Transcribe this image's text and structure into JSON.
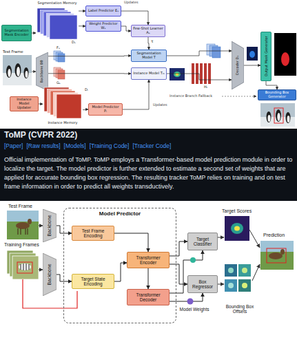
{
  "diagram": {
    "title": "ToMP (CVPR 2022)",
    "nodes": [
      {
        "text": [
          "Segmentation Mask Encoder"
        ]
      },
      {
        "text": [
          "Segmentation Memory"
        ]
      },
      {
        "text": [
          "Label Predictor Eₛ"
        ]
      },
      {
        "text": [
          "Weight Predictor Wₛ"
        ]
      },
      {
        "text": [
          "Few-Shot Learner Aₛ"
        ]
      },
      {
        "text": [
          "Backbone Bθ"
        ]
      },
      {
        "text": [
          "Segmentation Model T"
        ]
      },
      {
        "text": [
          "Instance Model Tₘ"
        ]
      },
      {
        "text": [
          "Decoder Dₛ"
        ]
      },
      {
        "text": [
          "Output Mask Generator"
        ]
      },
      {
        "text": [
          "Bounding Box Generator"
        ]
      },
      {
        "text": [
          "Instance Model Updater"
        ]
      },
      {
        "text": [
          "Instance Memory"
        ]
      },
      {
        "text": [
          "Model Predictor Pᵢ"
        ]
      },
      {
        "text": [
          "Backbone"
        ]
      },
      {
        "text": [
          "Backbone"
        ]
      },
      {
        "text": [
          "Model Predictor"
        ]
      },
      {
        "text": [
          "Test Frame Encoding"
        ],
        "in": 16
      },
      {
        "text": [
          "Target State Encoding"
        ],
        "in": 16
      },
      {
        "text": [
          "Transformer Encoder"
        ],
        "in": 16
      },
      {
        "text": [
          "Transformer Decoder"
        ],
        "in": 16
      },
      {
        "text": [
          "Target Classifier"
        ]
      },
      {
        "text": [
          "Box Regressor"
        ]
      }
    ],
    "edges": [
      {
        "from": 0,
        "to": 1,
        "arrow": "to"
      },
      {
        "from": 1,
        "to": 2,
        "arrow": "to"
      },
      {
        "from": 1,
        "to": 3,
        "arrow": "to"
      },
      {
        "from": 2,
        "to": 4,
        "arrow": "to"
      },
      {
        "from": 3,
        "to": 4,
        "arrow": "to"
      },
      {
        "from": 4,
        "to": 6,
        "arrow": "to"
      },
      {
        "from": 5,
        "to": 6,
        "arrow": "to"
      },
      {
        "from": 5,
        "to": 7,
        "arrow": "to"
      },
      {
        "from": 6,
        "to": 8,
        "arrow": "to"
      },
      {
        "from": 7,
        "to": 8,
        "arrow": "to"
      },
      {
        "from": 8,
        "to": 9,
        "arrow": "to"
      },
      {
        "from": 9,
        "to": 10,
        "arrow": "to"
      },
      {
        "from": 11,
        "to": 12,
        "arrow": "to"
      },
      {
        "from": 12,
        "to": 13,
        "arrow": "to"
      },
      {
        "from": 13,
        "to": 7,
        "arrow": "to"
      },
      {
        "from": 14,
        "to": 17,
        "arrow": "to"
      },
      {
        "from": 15,
        "to": 18,
        "arrow": "to"
      },
      {
        "from": 17,
        "to": 19,
        "arrow": "to"
      },
      {
        "from": 18,
        "to": 19,
        "arrow": "to"
      },
      {
        "from": 19,
        "to": 20,
        "arrow": "to"
      },
      {
        "from": 19,
        "to": 21,
        "arrow": "to"
      },
      {
        "from": 19,
        "to": 22,
        "arrow": "to"
      },
      {
        "from": 20,
        "to": 21,
        "arrow": "to"
      },
      {
        "from": 20,
        "to": 22,
        "arrow": "to"
      }
    ],
    "labels": [
      "Updates",
      "Dₛ",
      "Test Frame",
      "Fₛ",
      "Gₛ",
      "τ",
      "Hₜ",
      "Instance Branch Fallback",
      "Updates",
      "Dᵢ",
      "[Paper]",
      "[Raw results]",
      "[Models]",
      "[Training Code]",
      "[Tracker Code]",
      "Official implementation of ToMP. ToMP employs a Transformer-based model prediction module in order to localize the target. The model predictor is further extended to estimate a second set of weights that are applied for accurate bounding box regression. The resulting tracker ToMP relies on training and on test frame information in order to predict all weights transductively.",
      "Test Frame",
      "Training Frames",
      "Target Scores",
      "Model Weights",
      "Bounding Box Offsets",
      "Prediction"
    ]
  }
}
